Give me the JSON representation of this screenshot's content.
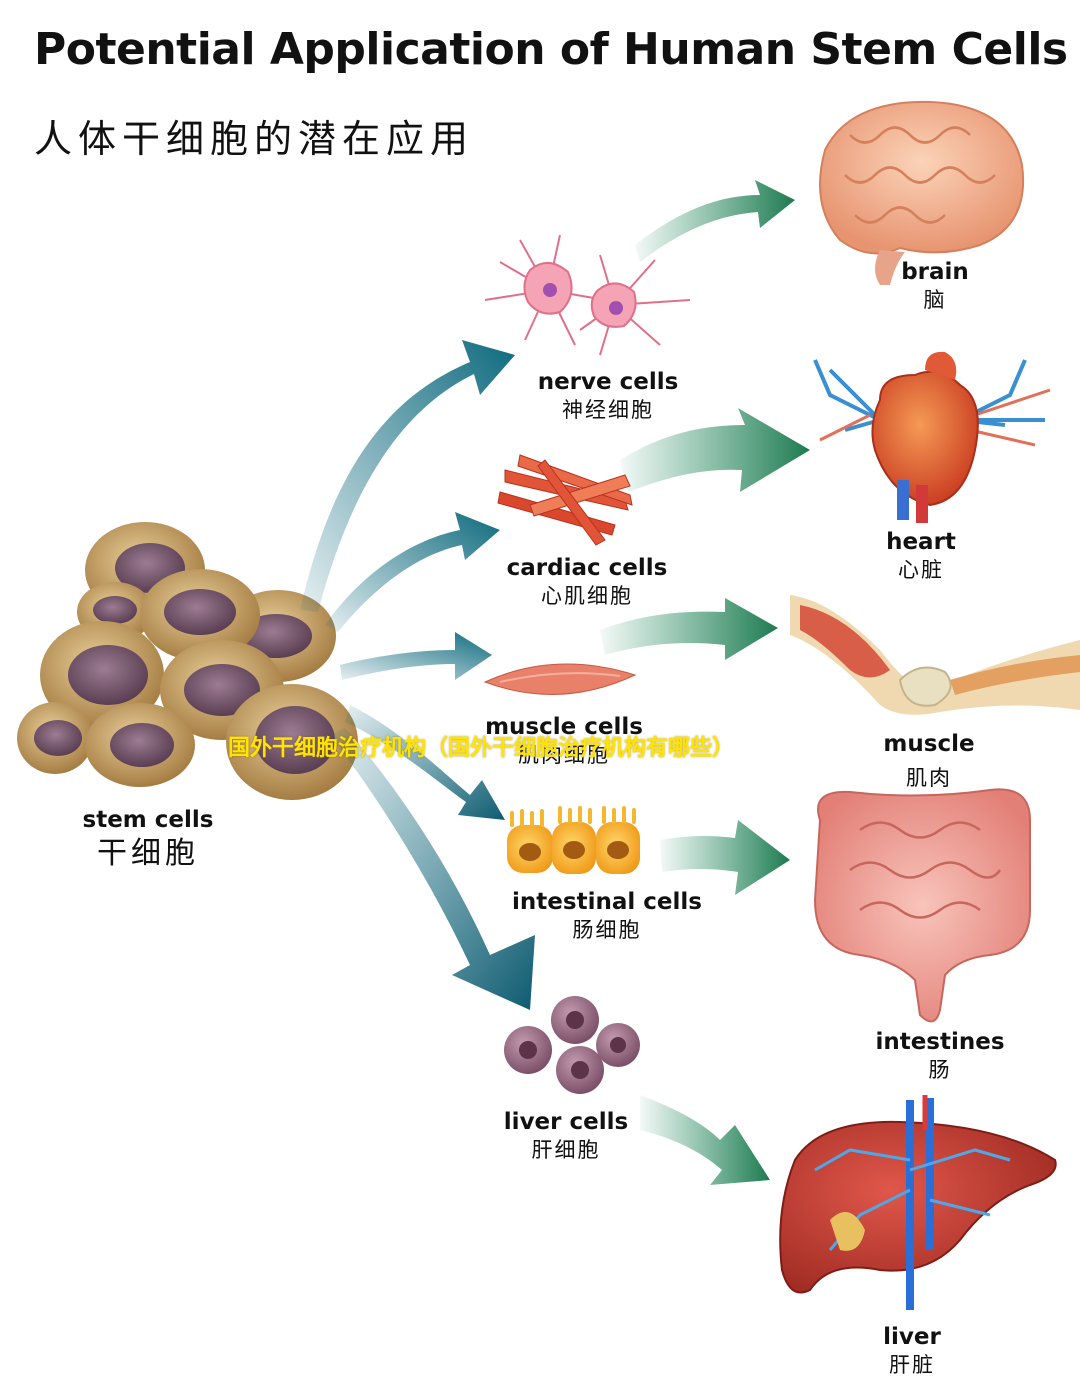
{
  "title": "Potential Application of Human Stem Cells",
  "subtitle": "人体干细胞的潜在应用",
  "source": {
    "en": "stem cells",
    "zh": "干细胞"
  },
  "cells": [
    {
      "en": "nerve cells",
      "zh": "神经细胞"
    },
    {
      "en": "cardiac cells",
      "zh": "心肌细胞"
    },
    {
      "en": "muscle cells",
      "zh": "肌肉细胞"
    },
    {
      "en": "intestinal cells",
      "zh": "肠细胞"
    },
    {
      "en": "liver cells",
      "zh": "肝细胞"
    }
  ],
  "organs": [
    {
      "en": "brain",
      "zh": "脑"
    },
    {
      "en": "heart",
      "zh": "心脏"
    },
    {
      "en": "muscle",
      "zh": "肌肉"
    },
    {
      "en": "intestines",
      "zh": "肠"
    },
    {
      "en": "liver",
      "zh": "肝脏"
    }
  ],
  "watermark": "国外干细胞治疗机构（国外干细胞治疗机构有哪些）",
  "colors": {
    "arrow_teal": "#0e6a7e",
    "arrow_green": "#1e8a5e",
    "cell_tan": "#c9a36a",
    "nucleus": "#7a5a6e",
    "watermark": "#ffe400"
  }
}
